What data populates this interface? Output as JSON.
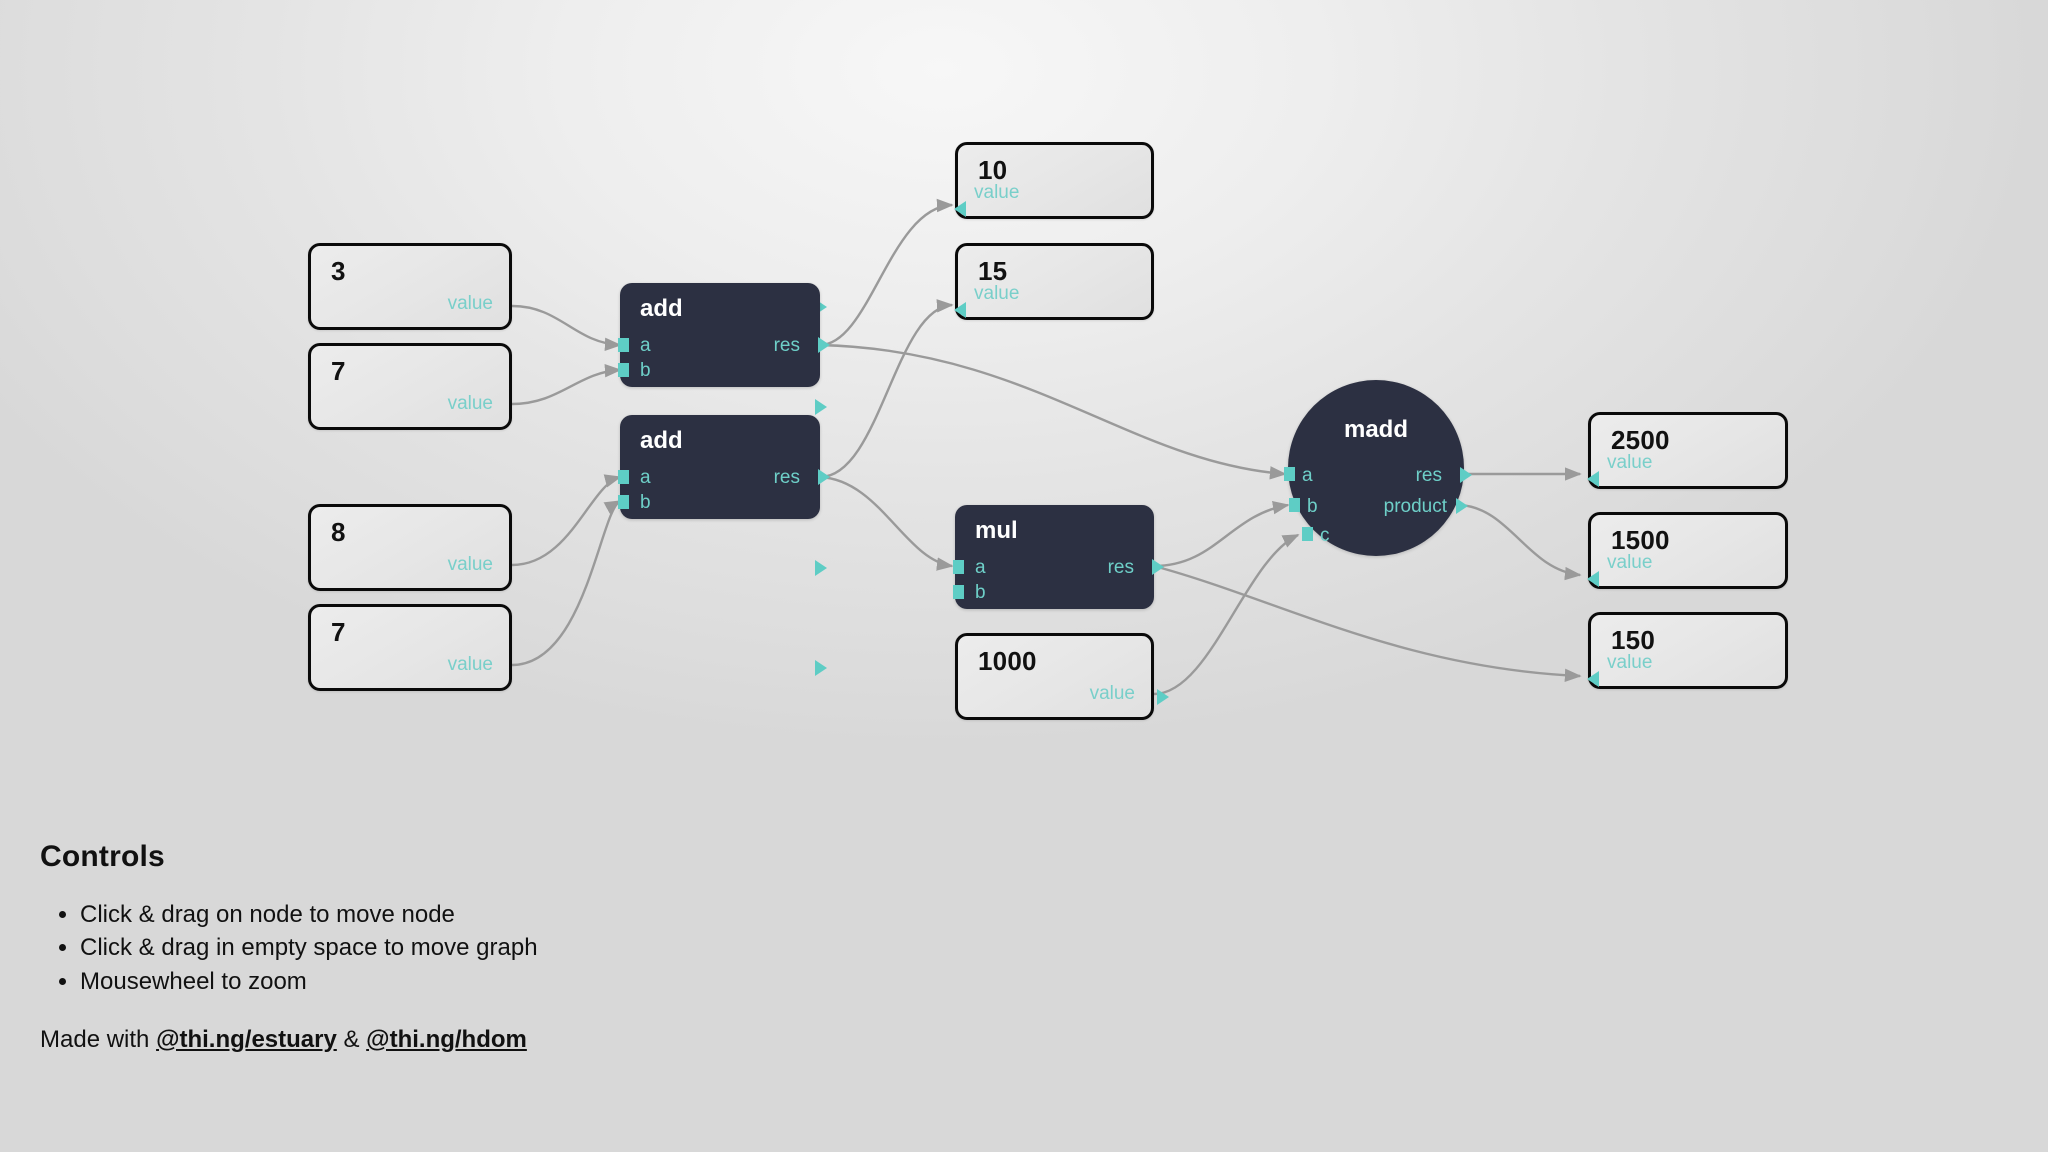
{
  "graph": {
    "nodes": [
      {
        "id": "src3",
        "kind": "source",
        "value": "3",
        "port": "value"
      },
      {
        "id": "src7a",
        "kind": "source",
        "value": "7",
        "port": "value"
      },
      {
        "id": "src8",
        "kind": "source",
        "value": "8",
        "port": "value"
      },
      {
        "id": "src7b",
        "kind": "source",
        "value": "7",
        "port": "value"
      },
      {
        "id": "src1000",
        "kind": "source",
        "value": "1000",
        "port": "value"
      },
      {
        "id": "add1",
        "kind": "op",
        "shape": "rect",
        "title": "add",
        "inputs": [
          "a",
          "b"
        ],
        "outputs": [
          "res"
        ]
      },
      {
        "id": "add2",
        "kind": "op",
        "shape": "rect",
        "title": "add",
        "inputs": [
          "a",
          "b"
        ],
        "outputs": [
          "res"
        ]
      },
      {
        "id": "mul1",
        "kind": "op",
        "shape": "rect",
        "title": "mul",
        "inputs": [
          "a",
          "b"
        ],
        "outputs": [
          "res"
        ]
      },
      {
        "id": "madd1",
        "kind": "op",
        "shape": "circle",
        "title": "madd",
        "inputs": [
          "a",
          "b",
          "c"
        ],
        "outputs": [
          "res",
          "product"
        ]
      },
      {
        "id": "out10",
        "kind": "sink",
        "value": "10",
        "port": "value"
      },
      {
        "id": "out15",
        "kind": "sink",
        "value": "15",
        "port": "value"
      },
      {
        "id": "out2500",
        "kind": "sink",
        "value": "2500",
        "port": "value"
      },
      {
        "id": "out1500",
        "kind": "sink",
        "value": "1500",
        "port": "value"
      },
      {
        "id": "out150",
        "kind": "sink",
        "value": "150",
        "port": "value"
      }
    ],
    "edges": [
      {
        "from": "src3",
        "fromPort": "value",
        "to": "add1",
        "toPort": "a"
      },
      {
        "from": "src7a",
        "fromPort": "value",
        "to": "add1",
        "toPort": "b"
      },
      {
        "from": "src8",
        "fromPort": "value",
        "to": "add2",
        "toPort": "a"
      },
      {
        "from": "src7b",
        "fromPort": "value",
        "to": "add2",
        "toPort": "b"
      },
      {
        "from": "add1",
        "fromPort": "res",
        "to": "out10",
        "toPort": "value"
      },
      {
        "from": "add1",
        "fromPort": "res",
        "to": "madd1",
        "toPort": "a"
      },
      {
        "from": "add2",
        "fromPort": "res",
        "to": "out15",
        "toPort": "value"
      },
      {
        "from": "add2",
        "fromPort": "res",
        "to": "mul1",
        "toPort": "a"
      },
      {
        "from": "src1000",
        "fromPort": "value",
        "to": "madd1",
        "toPort": "c"
      },
      {
        "from": "mul1",
        "fromPort": "res",
        "to": "madd1",
        "toPort": "b"
      },
      {
        "from": "mul1",
        "fromPort": "res",
        "to": "out150",
        "toPort": "value"
      },
      {
        "from": "madd1",
        "fromPort": "res",
        "to": "out2500",
        "toPort": "value"
      },
      {
        "from": "madd1",
        "fromPort": "product",
        "to": "out1500",
        "toPort": "value"
      }
    ]
  },
  "docs": {
    "heading": "Controls",
    "items": [
      "Click & drag on node to move node",
      "Click & drag in empty space to move graph",
      "Mousewheel to zoom"
    ],
    "made_prefix": "Made with ",
    "link1": "@thi.ng/estuary",
    "made_sep": " & ",
    "link2": "@thi.ng/hdom"
  },
  "colors": {
    "node_dark": "#2c3042",
    "port_teal": "#5ecdc5",
    "label_teal": "#79cfca",
    "edge_gray": "#9a9a9a",
    "background": "#e4e4e4"
  }
}
